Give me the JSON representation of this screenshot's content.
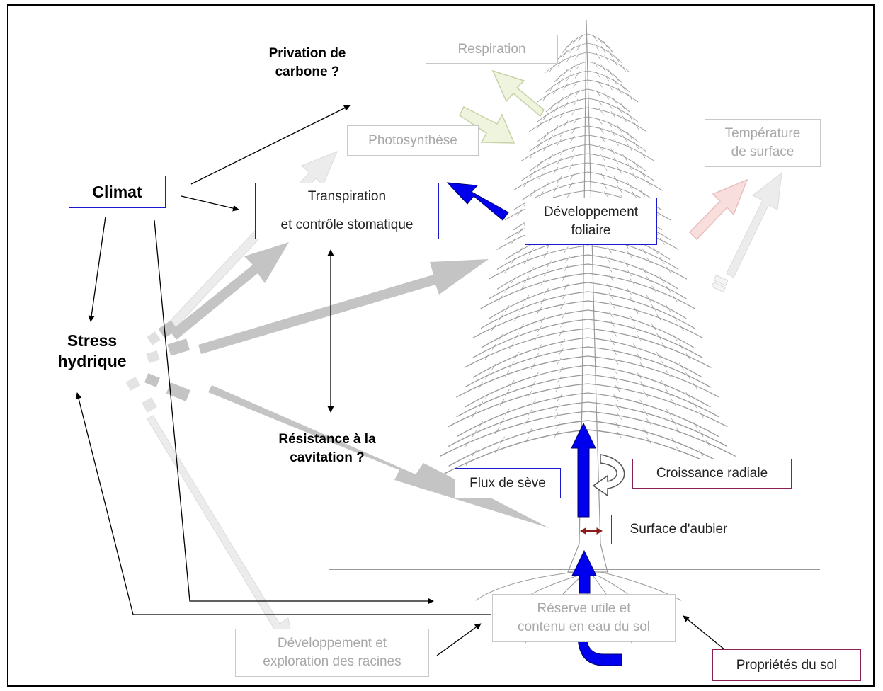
{
  "nodes": {
    "climat": "Climat",
    "stress_hydrique": "Stress\nhydrique",
    "privation_carbone": "Privation de\ncarbone ?",
    "respiration": "Respiration",
    "photosynthese": "Photosynthèse",
    "transpiration": "Transpiration\net contrôle stomatique",
    "developpement_foliaire": "Développement\nfoliaire",
    "temperature_surface": "Température\nde surface",
    "resistance_cavitation": "Résistance à la\ncavitation ?",
    "flux_seve": "Flux de sève",
    "croissance_radiale": "Croissance radiale",
    "surface_aubier": "Surface d'aubier",
    "reserve_utile": "Réserve utile et\ncontenu en eau du sol",
    "developpement_racines": "Développement et\nexploration des racines",
    "proprietes_sol": "Propriétés du sol"
  },
  "colors": {
    "blue_border": "#1a1acc",
    "sap_arrow": "#0000ee",
    "grey_border": "#c8c8c8",
    "maroon_border": "#8a1f55",
    "heavy_arrow": "#c4c4c4",
    "light_arrow": "#ececec",
    "tree": "#9a9a9a",
    "green_arrow": "#eef4de",
    "pink_arrow": "#f9dede",
    "aubier_marker": "#8b1a1a"
  }
}
